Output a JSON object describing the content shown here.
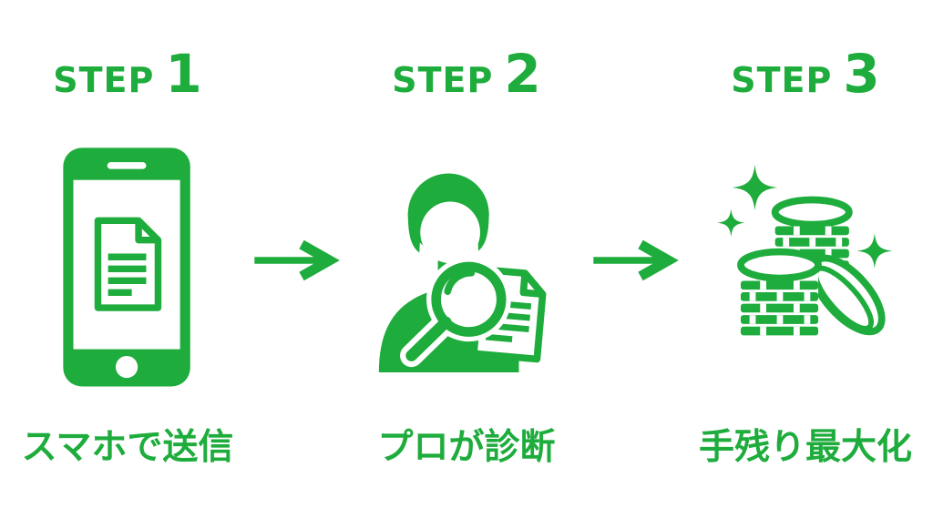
{
  "colors": {
    "accent": "#1eac3c",
    "background": "#ffffff"
  },
  "steps": [
    {
      "label": "STEP",
      "number": "1",
      "icon": "smartphone-document-icon",
      "caption": "スマホで送信"
    },
    {
      "label": "STEP",
      "number": "2",
      "icon": "expert-magnifier-document-icon",
      "caption": "プロが診断"
    },
    {
      "label": "STEP",
      "number": "3",
      "icon": "coin-stacks-sparkle-icon",
      "caption": "手残り最大化"
    }
  ],
  "arrows": [
    {
      "icon": "right-arrow-icon"
    },
    {
      "icon": "right-arrow-icon"
    }
  ]
}
